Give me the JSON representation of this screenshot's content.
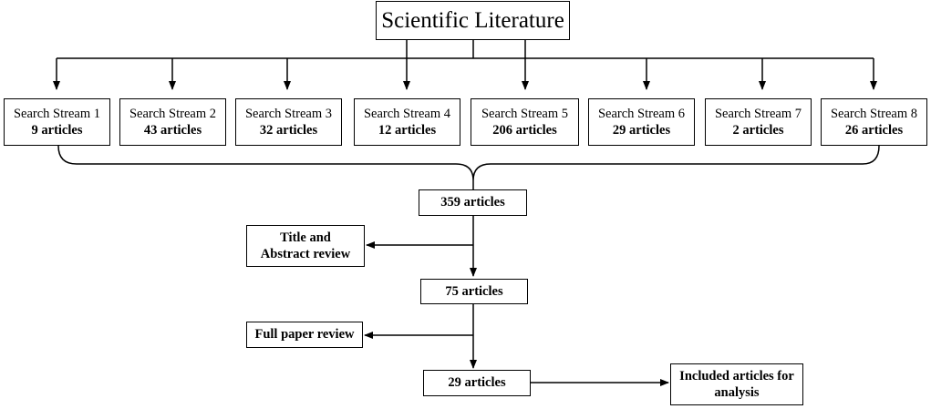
{
  "title": "Scientific Literature",
  "streams": [
    {
      "name": "Search Stream 1",
      "count": "9 articles"
    },
    {
      "name": "Search Stream 2",
      "count": "43 articles"
    },
    {
      "name": "Search Stream 3",
      "count": "32 articles"
    },
    {
      "name": "Search Stream 4",
      "count": "12 articles"
    },
    {
      "name": "Search Stream 5",
      "count": "206 articles"
    },
    {
      "name": "Search Stream 6",
      "count": "29 articles"
    },
    {
      "name": "Search Stream 7",
      "count": "2 articles"
    },
    {
      "name": "Search Stream 8",
      "count": "26 articles"
    }
  ],
  "flow": {
    "total": "359 articles",
    "title_abstract_line1": "Title and",
    "title_abstract_line2": "Abstract review",
    "after_screening": "75 articles",
    "full_paper": "Full paper review",
    "final": "29 articles",
    "included_line1": "Included articles for",
    "included_line2": "analysis"
  }
}
